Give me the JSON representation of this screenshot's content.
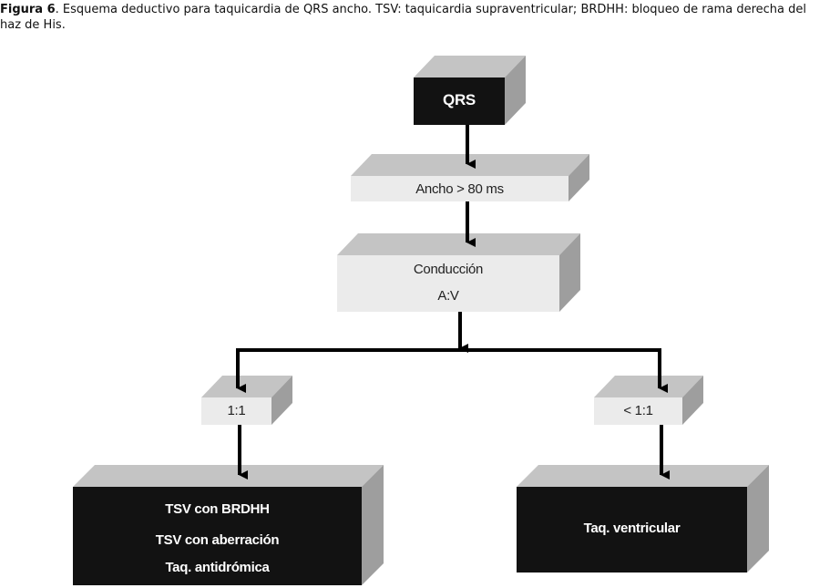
{
  "caption": {
    "label": "Figura 6",
    "text_line1": ". Esquema deductivo para taquicardia de QRS ancho. TSV: taquicardia supraventricular; BRDHH: bloqueo de rama derecha del",
    "text_line2": "haz de His."
  },
  "nodes": {
    "qrs": "QRS",
    "ancho": "Ancho > 80 ms",
    "conduccion_line1": "Conducción",
    "conduccion_line2": "A:V",
    "ratio_equal": "1:1",
    "ratio_less": "< 1:1",
    "tsv_brdhh": "TSV con  BRDHH",
    "tsv_aberracion": "TSV con aberración",
    "taq_antidromica": "Taq. antidrómica",
    "taq_ventricular": "Taq. ventricular"
  },
  "colors": {
    "dark_box": "#121212",
    "light_box": "#ebebeb",
    "top_face": "#c4c4c4",
    "side_face": "#9e9e9e",
    "arrow": "#000000"
  }
}
